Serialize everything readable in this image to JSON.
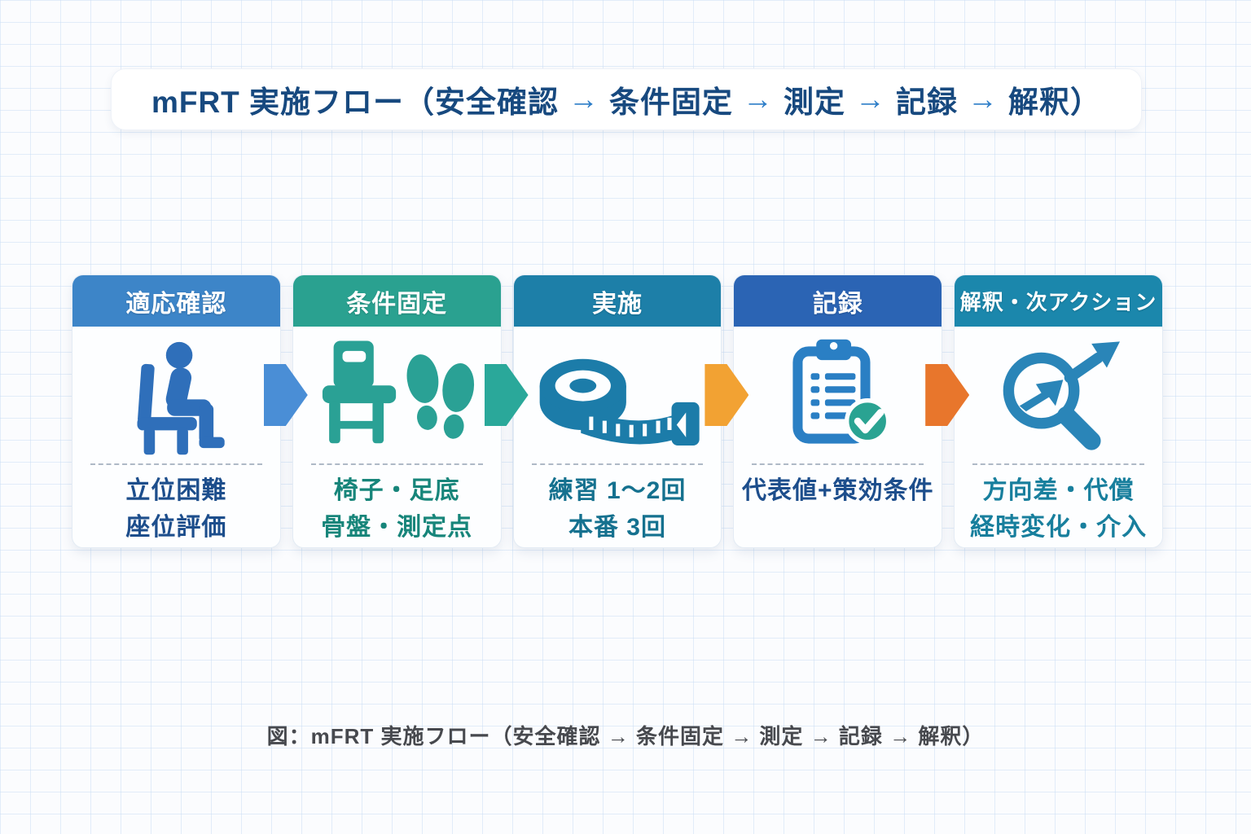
{
  "banner": {
    "segments": [
      "mFRT 実施フロー（安全確認",
      "条件固定",
      "測定",
      "記録",
      "解釈）"
    ],
    "arrow_glyph": "→"
  },
  "cards": [
    {
      "title": "適応確認",
      "icon": "person-seated-icon",
      "icon_color": "#2f6fba",
      "header_color": "#3d85c8",
      "text_color": "#1d4e8c",
      "lines": [
        "立位困難",
        "座位評価"
      ]
    },
    {
      "title": "条件固定",
      "icon": "chair-footprints-icon",
      "icon_color": "#2aa195",
      "header_color": "#2aa190",
      "text_color": "#17857a",
      "lines": [
        "椅子・足底",
        "骨盤・測定点"
      ]
    },
    {
      "title": "実施",
      "icon": "measuring-tape-icon",
      "icon_color": "#1c7ca9",
      "header_color": "#1d7fa8",
      "text_color": "#15718f",
      "lines": [
        "練習 1～2回",
        "本番 3回"
      ]
    },
    {
      "title": "記録",
      "icon": "clipboard-check-icon",
      "icon_color": "#2a7fc4",
      "header_color": "#2b64b4",
      "text_color": "#1d4e8c",
      "lines": [
        "代表値+策効条件"
      ]
    },
    {
      "title": "解釈・次アクション",
      "icon": "magnifier-trend-icon",
      "icon_color": "#2a85b8",
      "header_color": "#1b87ac",
      "text_color": "#187f9d",
      "lines": [
        "方向差・代償",
        "経時変化・介入"
      ]
    }
  ],
  "flow_arrows": [
    {
      "color": "#4a8ed6"
    },
    {
      "color": "#2aa89a"
    },
    {
      "color": "#f2a233"
    },
    {
      "color": "#e8762c"
    }
  ],
  "caption": "図：mFRT 実施フロー（安全確認 → 条件固定 → 測定 → 記録 → 解釈）",
  "palette": {
    "background": "#fbfcfe",
    "grid_line": "#dde8f5",
    "banner_text": "#17497f",
    "banner_arrow": "#2e7ec8",
    "caption_text": "#47494e",
    "check_circle": "#2aa392"
  }
}
